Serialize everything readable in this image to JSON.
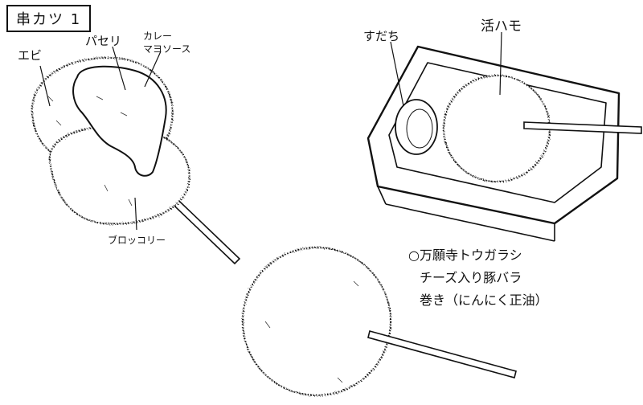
{
  "title": "串カツ 1",
  "labels": {
    "ebi": "エビ",
    "parsley": "パセリ",
    "curry_line1": "カレー",
    "curry_line2": "マヨソース",
    "broccoli": "ブロッコリー",
    "sudachi": "すだち",
    "hamo": "活ハモ"
  },
  "note": {
    "line1": "○万願寺トウガラシ",
    "line2": "チーズ入り豚バラ",
    "line3": "巻き（にんにく正油）"
  }
}
